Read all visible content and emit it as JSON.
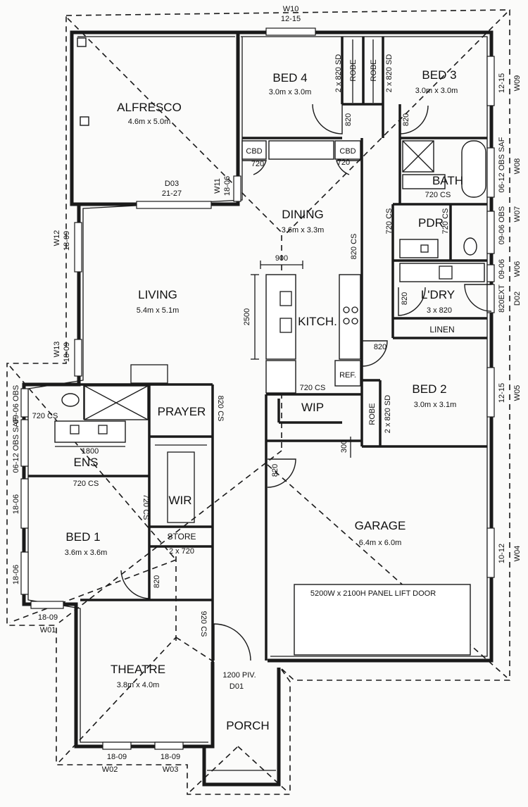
{
  "rooms": {
    "alfresco": {
      "name": "ALFRESCO",
      "size": "4.6m x 5.0m"
    },
    "bed4": {
      "name": "BED 4",
      "size": "3.0m x 3.0m"
    },
    "bed3": {
      "name": "BED 3",
      "size": "3.0m x 3.0m"
    },
    "dining": {
      "name": "DINING",
      "size": "3.6m x 3.3m"
    },
    "living": {
      "name": "LIVING",
      "size": "5.4m x 5.1m"
    },
    "kitchen": {
      "name": "KITCH."
    },
    "bath": {
      "name": "BATH"
    },
    "pdr": {
      "name": "PDR"
    },
    "laundry": {
      "name": "L'DRY",
      "size": "3 x 820"
    },
    "linen": {
      "name": "LINEN"
    },
    "bed2": {
      "name": "BED 2",
      "size": "3.0m x 3.1m"
    },
    "wip": {
      "name": "WIP"
    },
    "prayer": {
      "name": "PRAYER"
    },
    "ens": {
      "name": "ENS"
    },
    "wir": {
      "name": "WIR"
    },
    "store": {
      "name": "STORE"
    },
    "bed1": {
      "name": "BED 1",
      "size": "3.6m x 3.6m"
    },
    "garage": {
      "name": "GARAGE",
      "size": "6.4m x 6.0m"
    },
    "theatre": {
      "name": "THEATRE",
      "size": "3.8m x 4.0m"
    },
    "porch": {
      "name": "PORCH"
    }
  },
  "fixtures": {
    "cbd": "CBD",
    "robe": "ROBE",
    "ref": "REF.",
    "garage_door": "5200W x 2100H PANEL LIFT DOOR"
  },
  "labels": {
    "w10": "W10",
    "w10_size": "12-15",
    "w09": "W09",
    "w09_size": "12-15",
    "w08": "W08",
    "w08_size": "06-12 OBS SAF",
    "w07": "W07",
    "w07_size": "09-06 OBS",
    "w06": "W06",
    "w06_size": "09-06",
    "d02": "D02",
    "d02_size": "820EXT",
    "w05": "W05",
    "w05_size": "12-15",
    "w04": "W04",
    "w04_size": "10-12",
    "w12": "W12",
    "w12_size": "18-09",
    "w13": "W13",
    "w13_size": "18-09",
    "w11": "W11",
    "w11_size": "18-06",
    "d03": "D03",
    "d03_size": "21-27",
    "ens_w1": "09-06 OBS",
    "ens_w2": "06-12 OBS SAF",
    "bed1_w1": "18-06",
    "bed1_w2": "18-06",
    "w01": "W01",
    "w01_size": "18-09",
    "w02": "W02",
    "w02_size": "18-09",
    "w03": "W03",
    "w03_size": "18-09",
    "d01": "D01",
    "d01_size": "1200 PIV.",
    "robe_bed4": "2 x 820 SD",
    "robe_bed3": "2 x 820 SD",
    "robe_bed2": "2 x 820 SD",
    "door820": "820",
    "door720": "720",
    "cs720": "720 CS",
    "cs820": "820 CS",
    "cs920": "920 CS",
    "store_doors": "2 x 720",
    "dim900": "900",
    "dim2500": "2500",
    "dim1800": "1800",
    "dim300": "300"
  }
}
